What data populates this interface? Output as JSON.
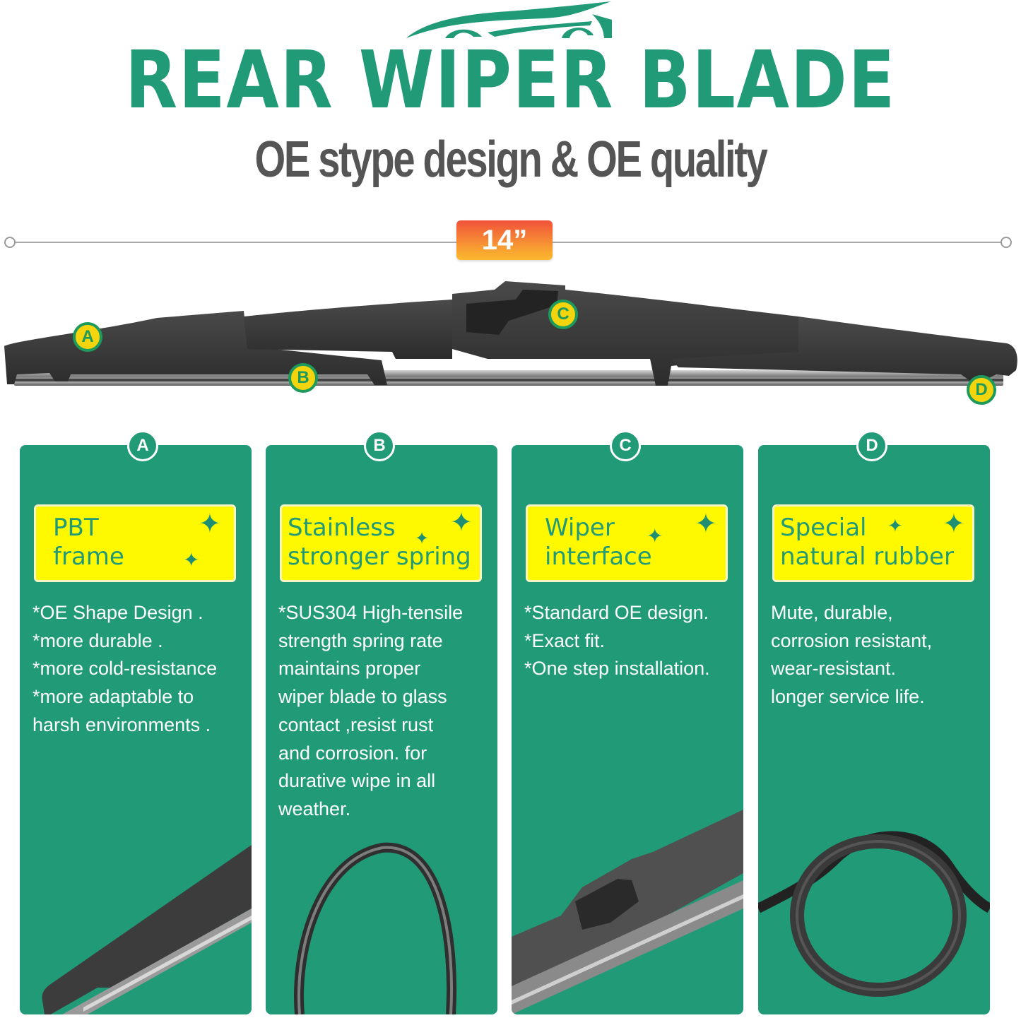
{
  "header": {
    "logo_icon": "car-silhouette-icon",
    "title": "REAR WIPER BLADE",
    "subtitle": "OE stype design & OE quality"
  },
  "size_indicator": {
    "label": "14”"
  },
  "diagram": {
    "markers": [
      {
        "letter": "A"
      },
      {
        "letter": "B"
      },
      {
        "letter": "C"
      },
      {
        "letter": "D"
      }
    ]
  },
  "cards": [
    {
      "letter": "A",
      "label": "PBT\nframe",
      "description": "*OE Shape Design .\n*more durable .\n*more cold-resistance\n*more adaptable to\nharsh environments .",
      "illustration": "wiper-end-cap-closeup"
    },
    {
      "letter": "B",
      "label": "Stainless\nstronger spring",
      "description": "*SUS304 High-tensile\nstrength spring rate\nmaintains proper\nwiper blade to glass\ncontact ,resist rust\nand corrosion. for\ndurative wipe in all\nweather.",
      "illustration": "bent-steel-spring"
    },
    {
      "letter": "C",
      "label": "Wiper\ninterface",
      "description": "*Standard OE design.\n*Exact fit.\n*One step installation.",
      "illustration": "wiper-connector-closeup"
    },
    {
      "letter": "D",
      "label": "Special\nnatural rubber",
      "description": "Mute, durable,\ncorrosion resistant,\nwear-resistant.\nlonger service life.",
      "illustration": "knotted-rubber-strip"
    }
  ],
  "colors": {
    "brand_green": "#219a78",
    "label_yellow": "#fff900",
    "marker_yellow": "#f4d40c",
    "badge_gradient_top": "#f0523a",
    "badge_gradient_bottom": "#fbb82e",
    "subtitle_gray": "#555555"
  }
}
